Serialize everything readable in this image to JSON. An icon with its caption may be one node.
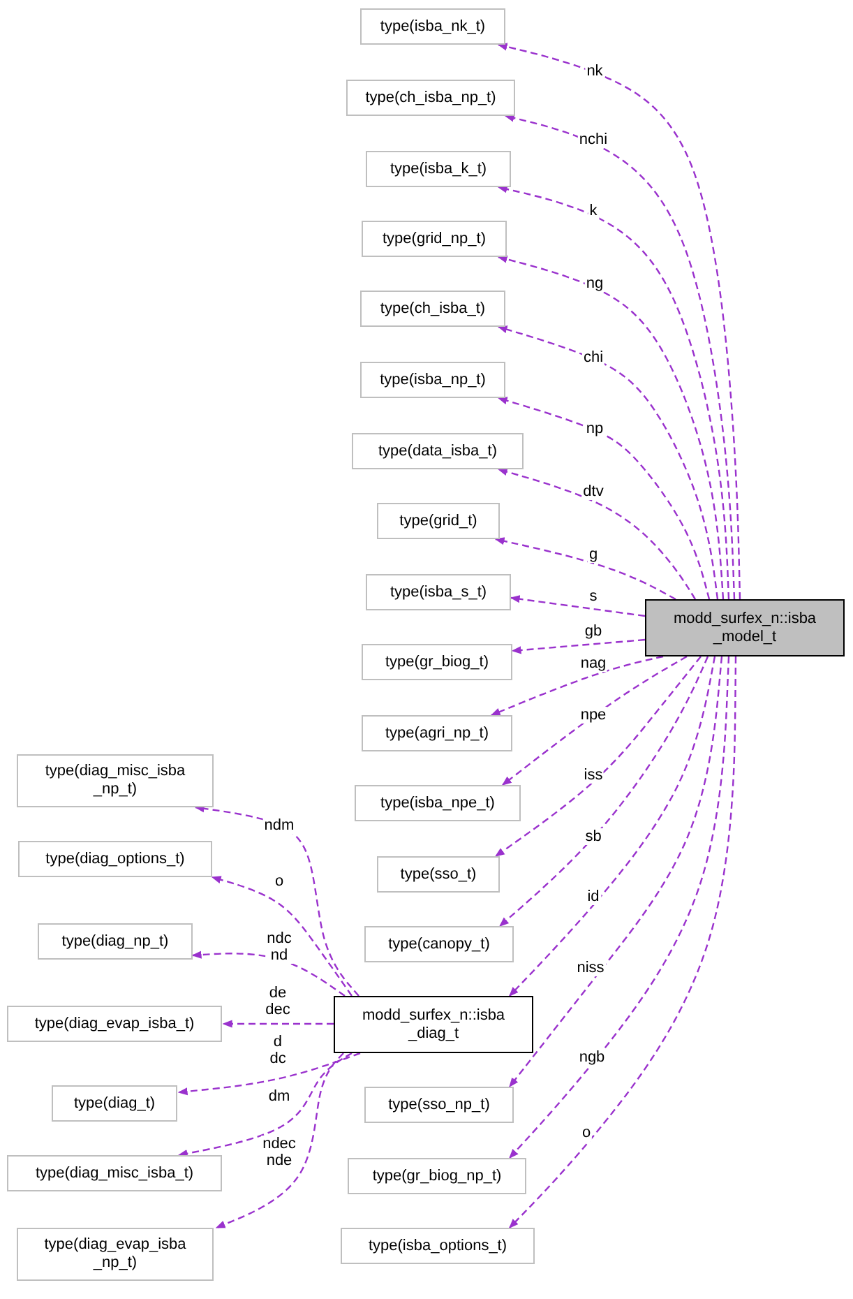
{
  "diagram": {
    "nodes": [
      {
        "text": [
          "modd_surfex_n::isba _model_t"
        ]
      },
      {
        "text": [
          "type(isba_nk_t)"
        ]
      },
      {
        "text": [
          "type(ch_isba_np_t)"
        ]
      },
      {
        "text": [
          "type(isba_k_t)"
        ]
      },
      {
        "text": [
          "type(grid_np_t)"
        ]
      },
      {
        "text": [
          "type(ch_isba_t)"
        ]
      },
      {
        "text": [
          "type(isba_np_t)"
        ]
      },
      {
        "text": [
          "type(data_isba_t)"
        ]
      },
      {
        "text": [
          "type(grid_t)"
        ]
      },
      {
        "text": [
          "type(isba_s_t)"
        ]
      },
      {
        "text": [
          "type(gr_biog_t)"
        ]
      },
      {
        "text": [
          "type(agri_np_t)"
        ]
      },
      {
        "text": [
          "type(isba_npe_t)"
        ]
      },
      {
        "text": [
          "type(sso_t)"
        ]
      },
      {
        "text": [
          "type(canopy_t)"
        ]
      },
      {
        "text": [
          "modd_surfex_n::isba _diag_t"
        ]
      },
      {
        "text": [
          "type(sso_np_t)"
        ]
      },
      {
        "text": [
          "type(gr_biog_np_t)"
        ]
      },
      {
        "text": [
          "type(isba_options_t)"
        ]
      },
      {
        "text": [
          "type(diag_misc_isba _np_t)"
        ]
      },
      {
        "text": [
          "type(diag_options_t)"
        ]
      },
      {
        "text": [
          "type(diag_np_t)"
        ]
      },
      {
        "text": [
          "type(diag_evap_isba_t)"
        ]
      },
      {
        "text": [
          "type(diag_t)"
        ]
      },
      {
        "text": [
          "type(diag_misc_isba_t)"
        ]
      },
      {
        "text": [
          "type(diag_evap_isba _np_t)"
        ]
      }
    ],
    "edges": [
      {
        "from": 0,
        "to": 1,
        "arrow": "to",
        "label": "nk",
        "style": "dashed"
      },
      {
        "from": 0,
        "to": 2,
        "arrow": "to",
        "label": "nchi",
        "style": "dashed"
      },
      {
        "from": 0,
        "to": 3,
        "arrow": "to",
        "label": "k",
        "style": "dashed"
      },
      {
        "from": 0,
        "to": 4,
        "arrow": "to",
        "label": "ng",
        "style": "dashed"
      },
      {
        "from": 0,
        "to": 5,
        "arrow": "to",
        "label": "chi",
        "style": "dashed"
      },
      {
        "from": 0,
        "to": 6,
        "arrow": "to",
        "label": "np",
        "style": "dashed"
      },
      {
        "from": 0,
        "to": 7,
        "arrow": "to",
        "label": "dtv",
        "style": "dashed"
      },
      {
        "from": 0,
        "to": 8,
        "arrow": "to",
        "label": "g",
        "style": "dashed"
      },
      {
        "from": 0,
        "to": 9,
        "arrow": "to",
        "label": "s",
        "style": "dashed"
      },
      {
        "from": 0,
        "to": 10,
        "arrow": "to",
        "label": "gb",
        "style": "dashed"
      },
      {
        "from": 0,
        "to": 11,
        "arrow": "to",
        "label": "nag",
        "style": "dashed"
      },
      {
        "from": 0,
        "to": 12,
        "arrow": "to",
        "label": "npe",
        "style": "dashed"
      },
      {
        "from": 0,
        "to": 13,
        "arrow": "to",
        "label": "iss",
        "style": "dashed"
      },
      {
        "from": 0,
        "to": 14,
        "arrow": "to",
        "label": "sb",
        "style": "dashed"
      },
      {
        "from": 0,
        "to": 15,
        "arrow": "to",
        "label": "id",
        "style": "dashed"
      },
      {
        "from": 0,
        "to": 16,
        "arrow": "to",
        "label": "niss",
        "style": "dashed"
      },
      {
        "from": 0,
        "to": 17,
        "arrow": "to",
        "label": "ngb",
        "style": "dashed"
      },
      {
        "from": 0,
        "to": 18,
        "arrow": "to",
        "label": "o",
        "style": "dashed"
      },
      {
        "from": 15,
        "to": 19,
        "arrow": "to",
        "label": "ndm",
        "style": "dashed"
      },
      {
        "from": 15,
        "to": 20,
        "arrow": "to",
        "label": "o",
        "style": "dashed"
      },
      {
        "from": 15,
        "to": 21,
        "arrow": "to",
        "label": "ndc nd",
        "style": "dashed"
      },
      {
        "from": 15,
        "to": 22,
        "arrow": "to",
        "label": "de dec",
        "style": "dashed"
      },
      {
        "from": 15,
        "to": 23,
        "arrow": "to",
        "label": "d dc",
        "style": "dashed"
      },
      {
        "from": 15,
        "to": 24,
        "arrow": "to",
        "label": "dm",
        "style": "dashed"
      },
      {
        "from": 15,
        "to": 25,
        "arrow": "to",
        "label": "ndec nde",
        "style": "dashed"
      }
    ]
  }
}
